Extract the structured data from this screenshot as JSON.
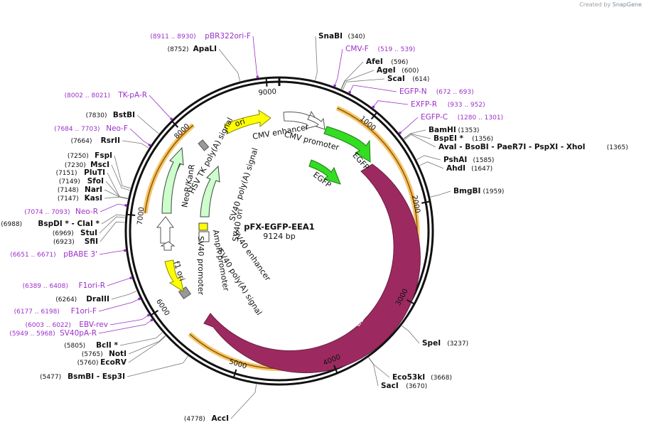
{
  "app": {
    "created_by": "Created by",
    "brand": "SnapGene"
  },
  "plasmid": {
    "name": "pFX-EGFP-EEA1",
    "size_label": "9124 bp",
    "length": 9124
  },
  "colors": {
    "backbone": "#111111",
    "primer": "#9b2fc9",
    "egfp": "#33dd22",
    "eea1": "#9c2a60",
    "ori": "#ffff00",
    "promoter_white": "#ffffff",
    "resistance": "#ccffcc",
    "orf_band": "#f6c46a",
    "orf_line": "#8a5a00",
    "terminator": "#999999"
  },
  "ticks": [
    {
      "bp": 1000,
      "label": "1000"
    },
    {
      "bp": 2000,
      "label": "2000"
    },
    {
      "bp": 3000,
      "label": "3000"
    },
    {
      "bp": 4000,
      "label": "4000"
    },
    {
      "bp": 5000,
      "label": "5000"
    },
    {
      "bp": 6000,
      "label": "6000"
    },
    {
      "bp": 7000,
      "label": "7000"
    },
    {
      "bp": 8000,
      "label": "8000"
    },
    {
      "bp": 9000,
      "label": "9000"
    }
  ],
  "features": [
    {
      "name": "EEA1",
      "label": "EEA1",
      "kind": "orf",
      "start": 1380,
      "end": 5500
    },
    {
      "name": "EGFP",
      "label": "EGFP",
      "kind": "egfp",
      "start": 620,
      "end": 1330
    },
    {
      "name": "EGFP-inner",
      "label": "EGFP",
      "kind": "egfp",
      "start": 620,
      "end": 900
    },
    {
      "name": "CMV enhancer",
      "label": "CMV enhancer",
      "kind": "white",
      "start": 9050,
      "end": 150
    },
    {
      "name": "CMV promoter",
      "label": "CMV promoter",
      "kind": "white",
      "start": 150,
      "end": 560
    },
    {
      "name": "ori",
      "label": "ori",
      "kind": "ori",
      "start": 8600,
      "end": 8950
    },
    {
      "name": "NeoR/KanR",
      "label": "NeoR/KanR",
      "kind": "resistance",
      "start": 7300,
      "end": 8050
    },
    {
      "name": "SV40 promoter",
      "label": "SV40 promoter",
      "kind": "white",
      "start": 6950,
      "end": 7280
    },
    {
      "name": "f1 ori",
      "label": "f1 ori",
      "kind": "ori",
      "start": 6350,
      "end": 6800
    },
    {
      "name": "HSV TK poly(A) signal",
      "label": "HSV TK poly(A) signal",
      "kind": "terminator",
      "start": 8150,
      "end": 8250
    },
    {
      "name": "SV40 poly(A) signal",
      "label": "SV40 poly(A) signal",
      "kind": "terminator",
      "start": 6200,
      "end": 6300
    },
    {
      "name": "AmpR promoter",
      "label": "AmpR promoter",
      "kind": "white",
      "start": 6820,
      "end": 6920
    },
    {
      "name": "NeoR/KanR-inner",
      "label": "NeoR/KanR",
      "kind": "resistance",
      "start": 7550,
      "end": 8250
    },
    {
      "name": "SV40 ori",
      "label": "SV40 ori",
      "kind": "ori",
      "start": 7150,
      "end": 7300
    },
    {
      "name": "SV40 enhancer",
      "label": "SV40 enhancer",
      "kind": "white",
      "start": 6970,
      "end": 7150
    }
  ],
  "sites_right": [
    {
      "name": "SnaBI",
      "pos": "(340)"
    },
    {
      "name": "AfeI",
      "pos": "(596)"
    },
    {
      "name": "AgeI",
      "pos": "(600)"
    },
    {
      "name": "ScaI",
      "pos": "(614)"
    },
    {
      "name": "BamHI",
      "pos": "(1353)"
    },
    {
      "name": "BspEI *",
      "pos": "(1356)"
    },
    {
      "name": "AvaI - BsoBI - PaeR7I - PspXI - XhoI",
      "pos": "(1365)"
    },
    {
      "name": "PshAI",
      "pos": "(1585)"
    },
    {
      "name": "AhdI",
      "pos": "(1647)"
    },
    {
      "name": "BmgBI",
      "pos": "(1959)"
    },
    {
      "name": "SpeI",
      "pos": "(3237)"
    },
    {
      "name": "Eco53kI",
      "pos": "(3668)"
    },
    {
      "name": "SacI",
      "pos": "(3670)"
    }
  ],
  "primers_right": [
    {
      "name": "CMV-F",
      "pos": "(519 .. 539)"
    },
    {
      "name": "EGFP-N",
      "pos": "(672 .. 693)"
    },
    {
      "name": "EXFP-R",
      "pos": "(933 .. 952)"
    },
    {
      "name": "EGFP-C",
      "pos": "(1280 .. 1301)"
    }
  ],
  "sites_left": [
    {
      "name": "ApaLI",
      "pos": "(8752)"
    },
    {
      "name": "BstBI",
      "pos": "(7830)"
    },
    {
      "name": "RsrII",
      "pos": "(7664)"
    },
    {
      "name": "FspI",
      "pos": "(7250)"
    },
    {
      "name": "MscI",
      "pos": "(7230)"
    },
    {
      "name": "PluTI",
      "pos": "(7151)"
    },
    {
      "name": "SfoI",
      "pos": "(7149)"
    },
    {
      "name": "NarI",
      "pos": "(7148)"
    },
    {
      "name": "KasI",
      "pos": "(7147)"
    },
    {
      "name": "BspDI * - ClaI *",
      "pos": "(6988)"
    },
    {
      "name": "StuI",
      "pos": "(6969)"
    },
    {
      "name": "SfiI",
      "pos": "(6923)"
    },
    {
      "name": "DraIII",
      "pos": "(6264)"
    },
    {
      "name": "BclI *",
      "pos": "(5805)"
    },
    {
      "name": "NotI",
      "pos": "(5765)"
    },
    {
      "name": "EcoRV",
      "pos": "(5760)"
    },
    {
      "name": "BsmBI - Esp3I",
      "pos": "(5477)"
    },
    {
      "name": "AccI",
      "pos": "(4778)"
    }
  ],
  "primers_left": [
    {
      "name": "pBR322ori-F",
      "pos": "(8911 .. 8930)"
    },
    {
      "name": "TK-pA-R",
      "pos": "(8002 .. 8021)"
    },
    {
      "name": "Neo-F",
      "pos": "(7684 .. 7703)"
    },
    {
      "name": "Neo-R",
      "pos": "(7074 .. 7093)"
    },
    {
      "name": "pBABE 3'",
      "pos": "(6651 .. 6671)"
    },
    {
      "name": "F1ori-R",
      "pos": "(6389 .. 6408)"
    },
    {
      "name": "F1ori-F",
      "pos": "(6177 .. 6198)"
    },
    {
      "name": "EBV-rev",
      "pos": "(6003 .. 6022)"
    },
    {
      "name": "SV40pA-R",
      "pos": "(5949 .. 5968)"
    }
  ]
}
